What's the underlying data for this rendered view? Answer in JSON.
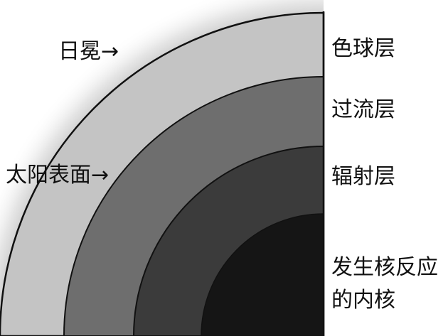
{
  "labels": {
    "corona": "日冕→",
    "surface": "太阳表面→",
    "chromosphere": "色球层",
    "convective": "过流层",
    "radiative": "辐射层",
    "core_line1": "发生核反应",
    "core_line2": "的内核"
  },
  "colors": {
    "chromosphere": "#c4c4c4",
    "convective": "#6e6e6e",
    "radiative": "#3b3b3b",
    "core": "#151515",
    "outline": "#111111",
    "corona_glow": "#9a9a9a"
  }
}
